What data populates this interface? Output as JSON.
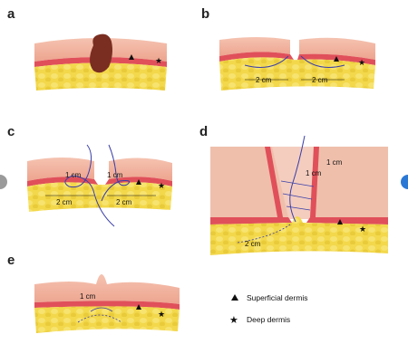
{
  "panels": {
    "a": {
      "letter": "a"
    },
    "b": {
      "letter": "b",
      "dims": [
        "2 cm",
        "2 cm"
      ]
    },
    "c": {
      "letter": "c",
      "dims": [
        "1 cm",
        "1 cm",
        "2 cm",
        "2 cm"
      ]
    },
    "d": {
      "letter": "d",
      "dims": [
        "1 cm",
        "1 cm",
        "2 cm"
      ]
    },
    "e": {
      "letter": "e",
      "dims": [
        "1 cm"
      ]
    }
  },
  "legend": {
    "superficial": "Superficial dermis",
    "deep": "Deep dermis"
  },
  "colors": {
    "epidermis": "#f2b7a5",
    "dermis_band": "#e0505a",
    "fat": "#f3d84c",
    "lesion": "#7a2e22",
    "suture": "#3a3fa8",
    "nav_left": "#9a9a9a",
    "nav_right": "#2a78d6"
  }
}
